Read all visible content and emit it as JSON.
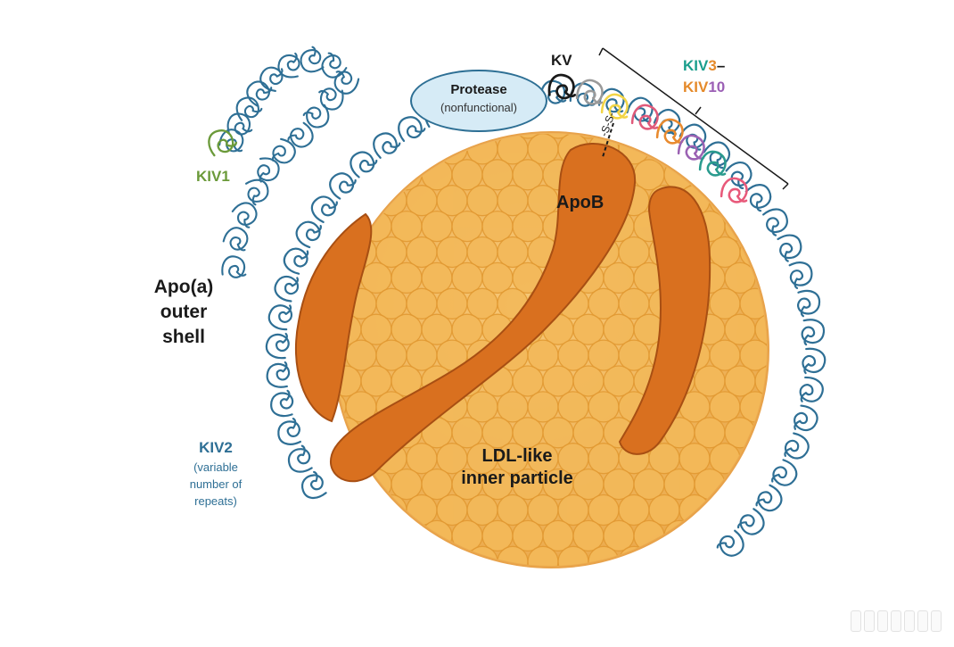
{
  "labels": {
    "kiv1": "KIV1",
    "kv": "KV",
    "kiv3": "KIV3–",
    "kiv10": "KIV10",
    "protease": "Protease",
    "protease_sub": "(nonfunctional)",
    "disulfide": "-S-S-",
    "apob": "ApoB",
    "apoa_line1": "Apo(a)",
    "apoa_line2": "outer",
    "apoa_line3": "shell",
    "kiv2": "KIV2",
    "kiv2_sub1": "(variable",
    "kiv2_sub2": "number of",
    "kiv2_sub3": "repeats)",
    "ldl_line1": "LDL-like",
    "ldl_line2": "inner particle"
  },
  "colors": {
    "kiv2_blue": "#2e6f95",
    "kiv1_green": "#6b9a3a",
    "kv_black": "#1a1a1a",
    "particle_fill": "#f3b95a",
    "particle_edge": "#e29a33",
    "apob_orange": "#d9701f",
    "apob_edge": "#a84f13",
    "kiv3_10_colors": [
      "#9a9a9a",
      "#f2d547",
      "#e05a7a",
      "#e88a2e",
      "#9b62b3",
      "#2a9b8e",
      "#e8597a"
    ],
    "kiv3_label_colors": [
      "#1a9e8c",
      "#e58a2a",
      "#9b5fb5"
    ]
  },
  "icons": [
    "kringle-loop-icon",
    "disulfide-bond-icon",
    "bracket-icon"
  ]
}
